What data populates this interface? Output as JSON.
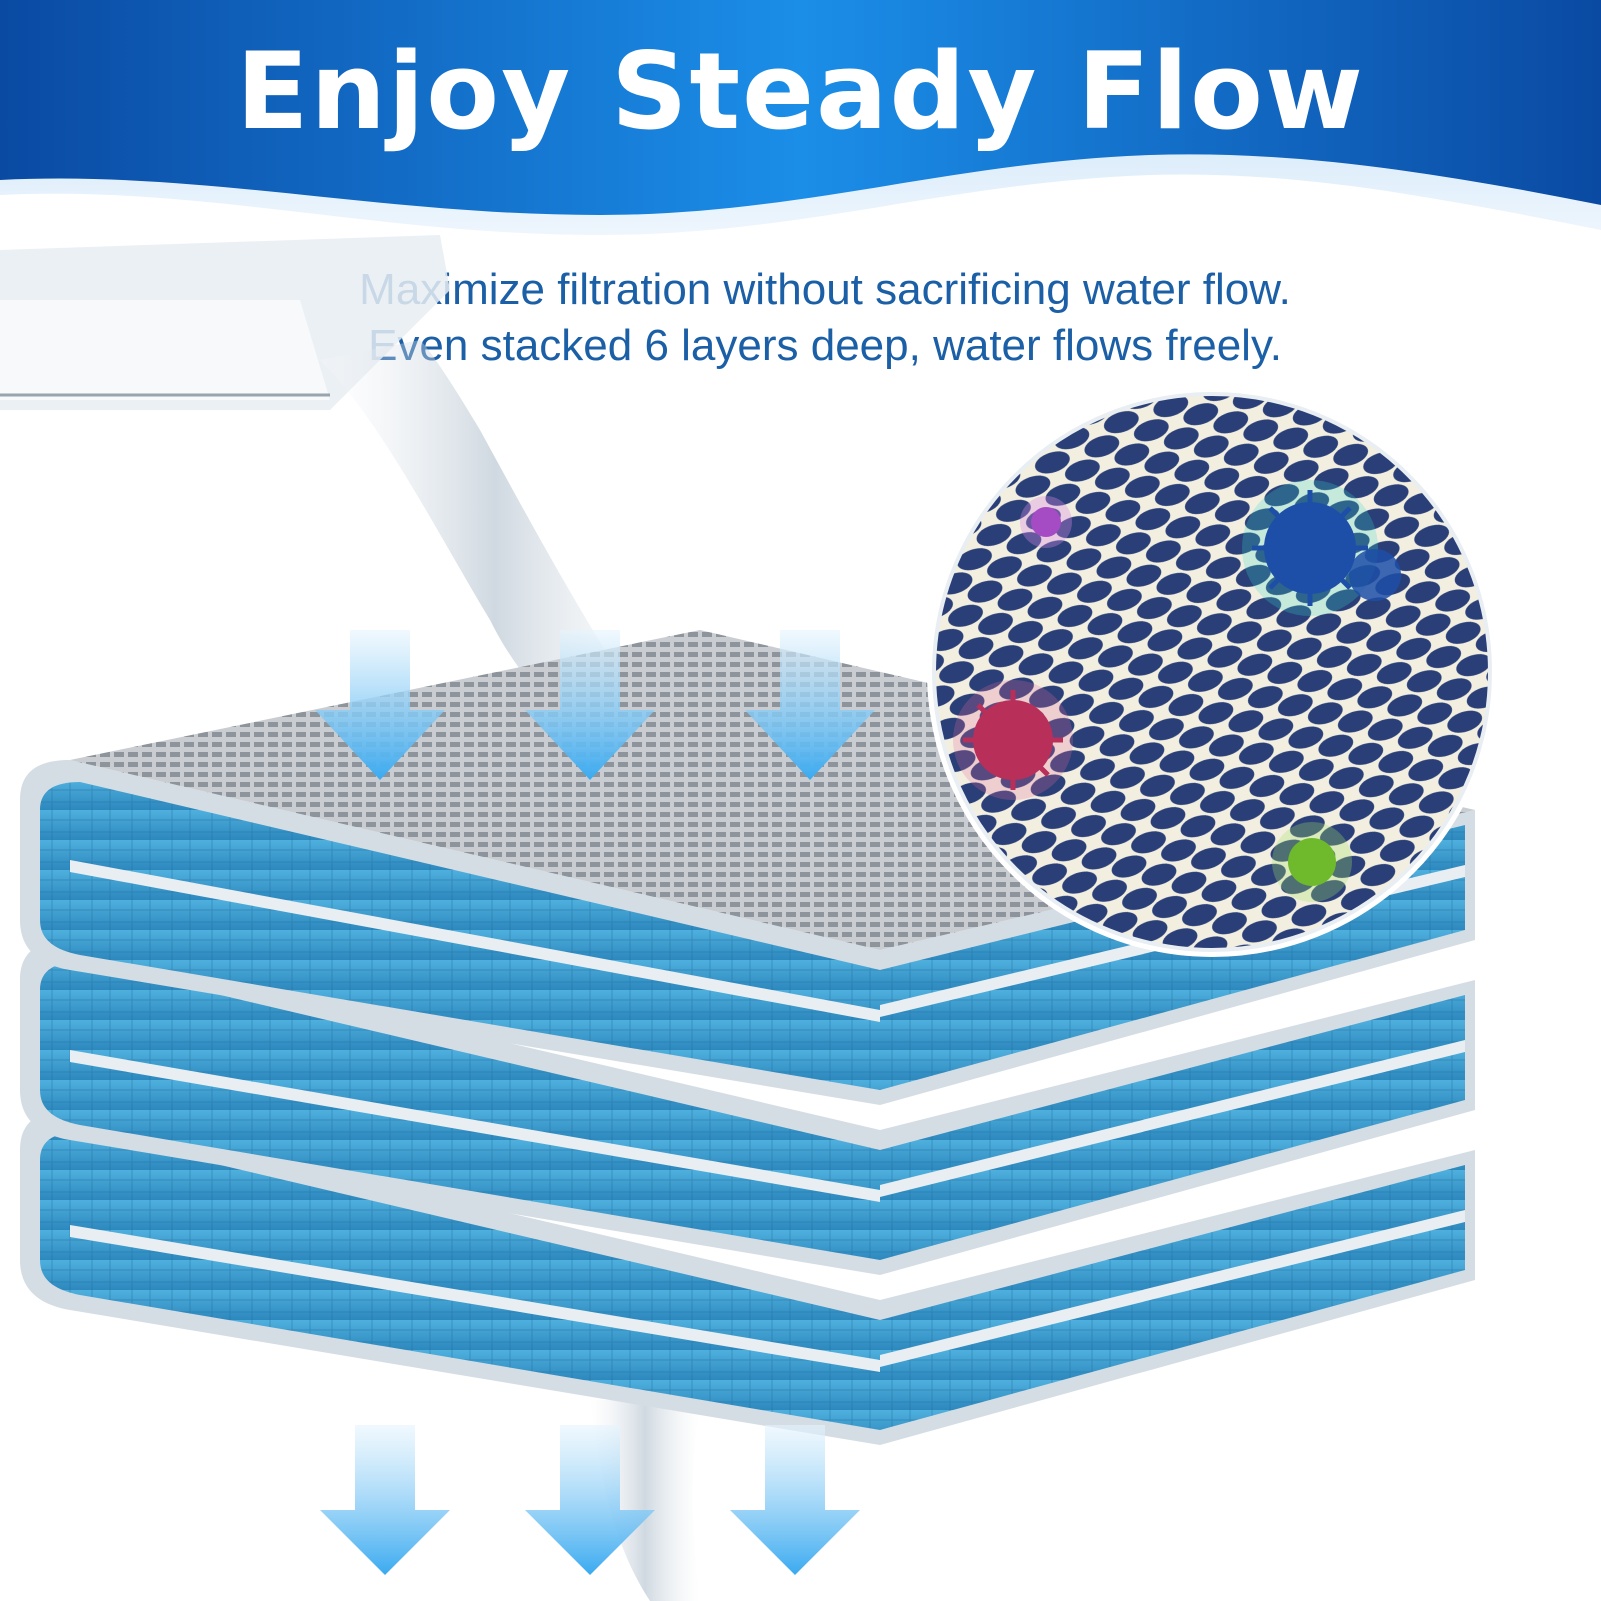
{
  "headline": "Enjoy Steady Flow",
  "description": {
    "line1": "Maximize filtration without sacrificing water flow.",
    "line2": "Even stacked 6 layers deep, water flows freely."
  },
  "filter_stack": {
    "layers_shown": 3
  },
  "colors": {
    "banner_dark": "#0b4fa8",
    "banner_light": "#1a8be6",
    "text_blue": "#1b5fa6",
    "filter_blue": "#3a9ed0",
    "arrow_blue": "#4cb4ec"
  },
  "icons": [
    "water-pour-icon",
    "down-arrow-icon",
    "magnifier-circle-icon",
    "bacteria-icon"
  ]
}
